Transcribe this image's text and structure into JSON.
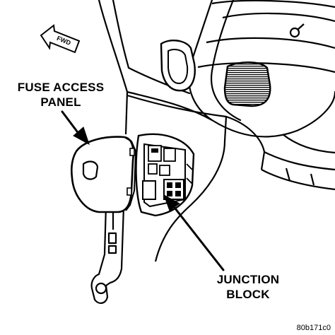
{
  "labels": {
    "fuse_access_panel_line1": "FUSE ACCESS",
    "fuse_access_panel_line2": "PANEL",
    "junction_block_line1": "JUNCTION",
    "junction_block_line2": "BLOCK",
    "forward_marker": "FWD"
  },
  "figure_code": "80b171c0",
  "colors": {
    "line": "#000000",
    "fill": "#ffffff",
    "shade": "#9a9a9a"
  },
  "icons": [
    "forward-arrow-icon"
  ]
}
